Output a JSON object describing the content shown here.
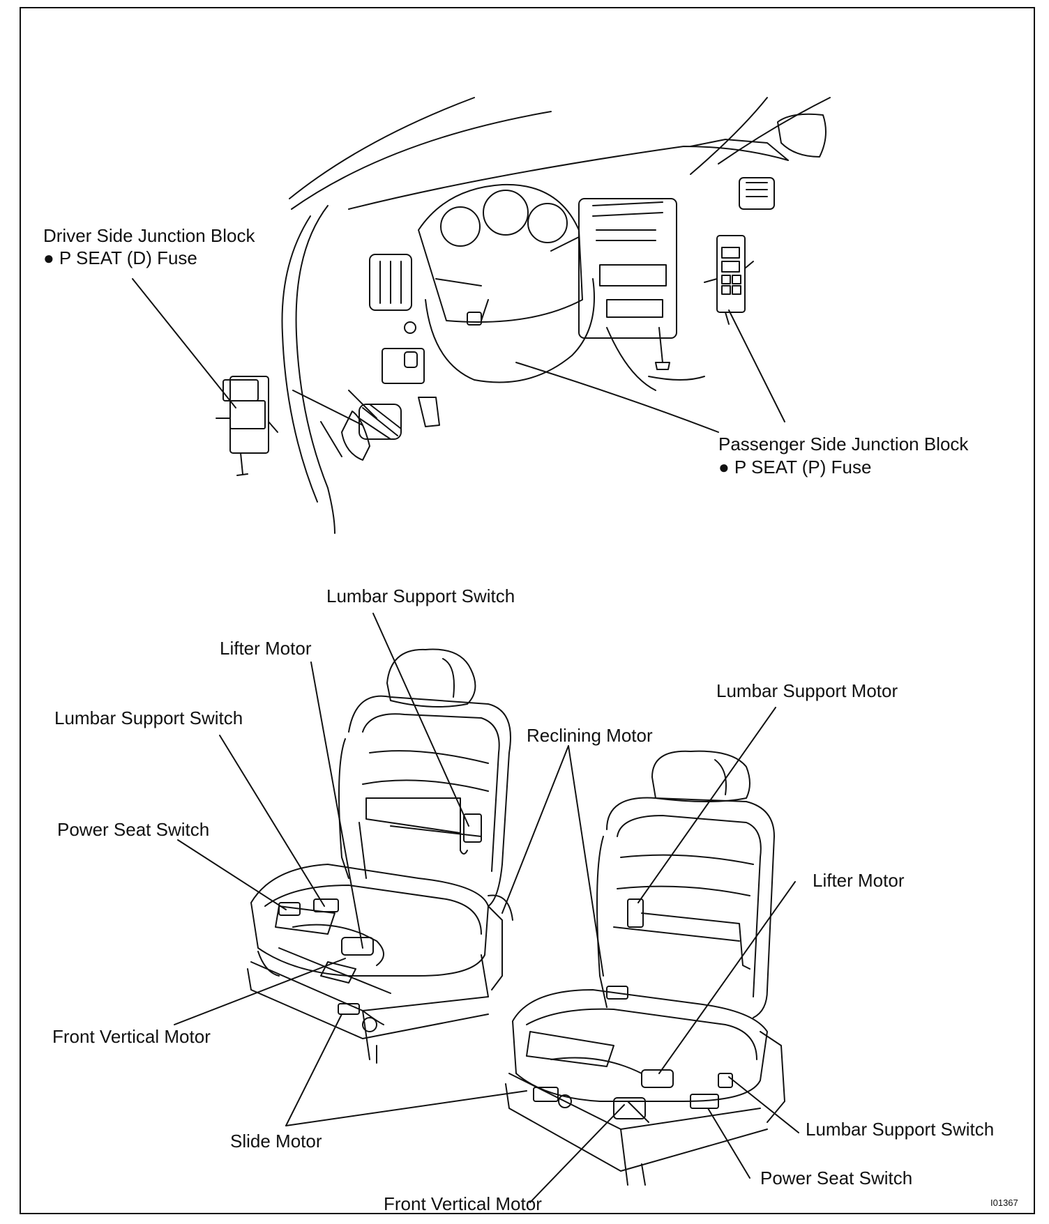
{
  "labels": {
    "driver_jb_title": "Driver Side Junction Block",
    "driver_jb_fuse": "● P SEAT (D) Fuse",
    "passenger_jb_title": "Passenger Side Junction Block",
    "passenger_jb_fuse": "● P SEAT (P) Fuse",
    "lumbar_switch_top": "Lumbar Support Switch",
    "lifter_motor_left": "Lifter Motor",
    "lumbar_switch_left": "Lumbar Support Switch",
    "power_seat_switch_left": "Power Seat Switch",
    "front_vertical_motor_left": "Front Vertical Motor",
    "slide_motor": "Slide Motor",
    "front_vertical_motor_bottom": "Front Vertical Motor",
    "reclining_motor": "Reclining Motor",
    "lumbar_motor": "Lumbar Support Motor",
    "lifter_motor_right": "Lifter Motor",
    "lumbar_switch_right": "Lumbar Support Switch",
    "power_seat_switch_right": "Power Seat Switch",
    "figure_id": "I01367"
  }
}
